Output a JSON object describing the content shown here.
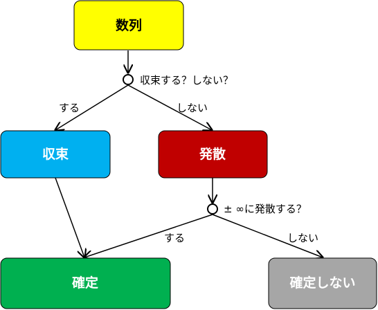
{
  "nodes": {
    "sequence": {
      "label": "数列",
      "fill": "#ffff00",
      "text_color": "#000000"
    },
    "converge": {
      "label": "収束",
      "fill": "#00b0f0",
      "text_color": "#ffffff"
    },
    "diverge": {
      "label": "発散",
      "fill": "#c00000",
      "text_color": "#ffffff"
    },
    "definite": {
      "label": "確定",
      "fill": "#00b050",
      "text_color": "#ffffff"
    },
    "indefinite": {
      "label": "確定しない",
      "fill": "#a6a6a6",
      "text_color": "#ffffff"
    }
  },
  "decisions": {
    "first": {
      "question": "収束する？しない？",
      "yes_label": "する",
      "no_label": "しない"
    },
    "second": {
      "question": "± ∞に発散する？",
      "yes_label": "する",
      "no_label": "しない"
    }
  },
  "colors": {
    "stroke": "#000000"
  }
}
